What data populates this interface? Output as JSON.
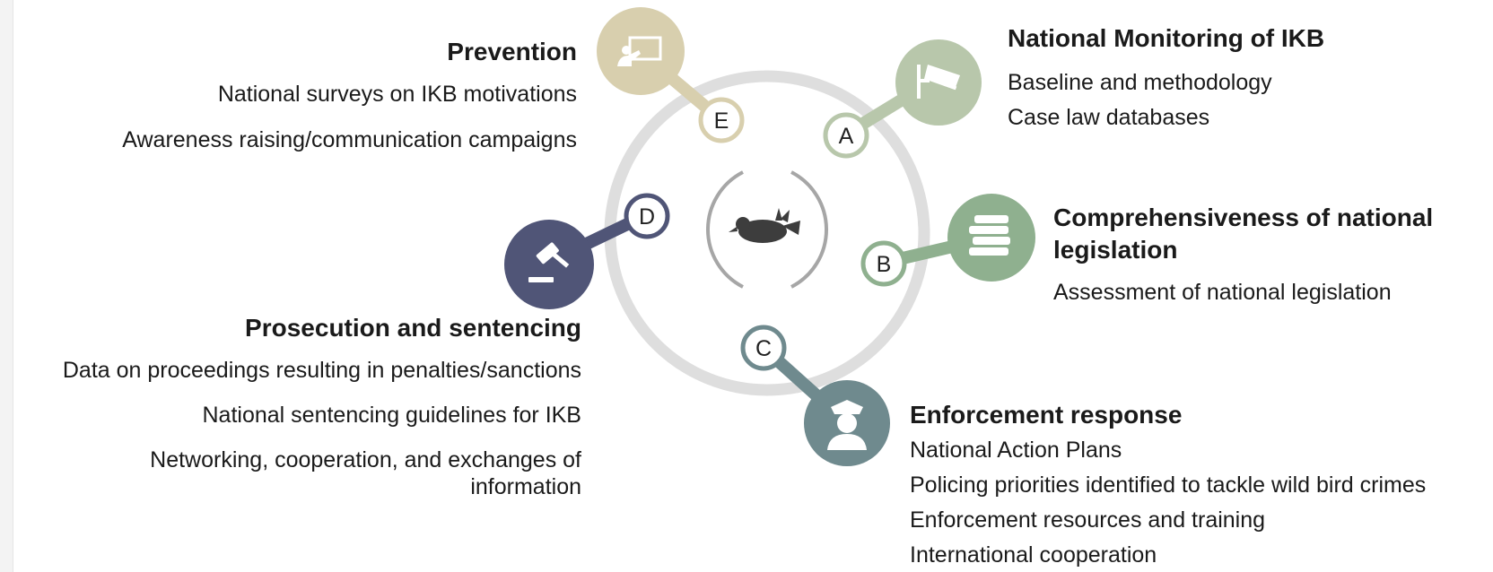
{
  "center_icon": "dead-bird-icon",
  "colors": {
    "ring": "#dedede",
    "prevention": "#d8cfae",
    "monitoring": "#b8c7ab",
    "legislation": "#8fb08f",
    "enforcement": "#6f8a8e",
    "prosecution": "#505577"
  },
  "nodes": [
    {
      "letter": "A",
      "icon": "surveillance-camera-icon",
      "color": "#b8c7ab"
    },
    {
      "letter": "B",
      "icon": "stacked-books-icon",
      "color": "#8fb08f"
    },
    {
      "letter": "C",
      "icon": "police-officer-icon",
      "color": "#6f8a8e"
    },
    {
      "letter": "D",
      "icon": "gavel-icon",
      "color": "#505577"
    },
    {
      "letter": "E",
      "icon": "presentation-board-icon",
      "color": "#d8cfae"
    }
  ],
  "sections": {
    "prevention": {
      "heading": "Prevention",
      "items": [
        "National surveys on IKB motivations",
        "Awareness raising/communication campaigns"
      ]
    },
    "monitoring": {
      "heading": "National Monitoring of IKB",
      "items": [
        "Baseline and methodology",
        "Case law databases"
      ]
    },
    "legislation": {
      "heading": "Comprehensiveness of national legislation",
      "items": [
        "Assessment of national legislation"
      ]
    },
    "prosecution": {
      "heading": "Prosecution and sentencing",
      "items": [
        "Data on proceedings resulting in penalties/sanctions",
        "National sentencing guidelines for IKB",
        "Networking, cooperation, and exchanges of information"
      ]
    },
    "enforcement": {
      "heading": "Enforcement response",
      "items": [
        "National Action Plans",
        "Policing priorities identified to tackle wild bird crimes",
        "Enforcement resources and training",
        "International cooperation"
      ]
    }
  }
}
